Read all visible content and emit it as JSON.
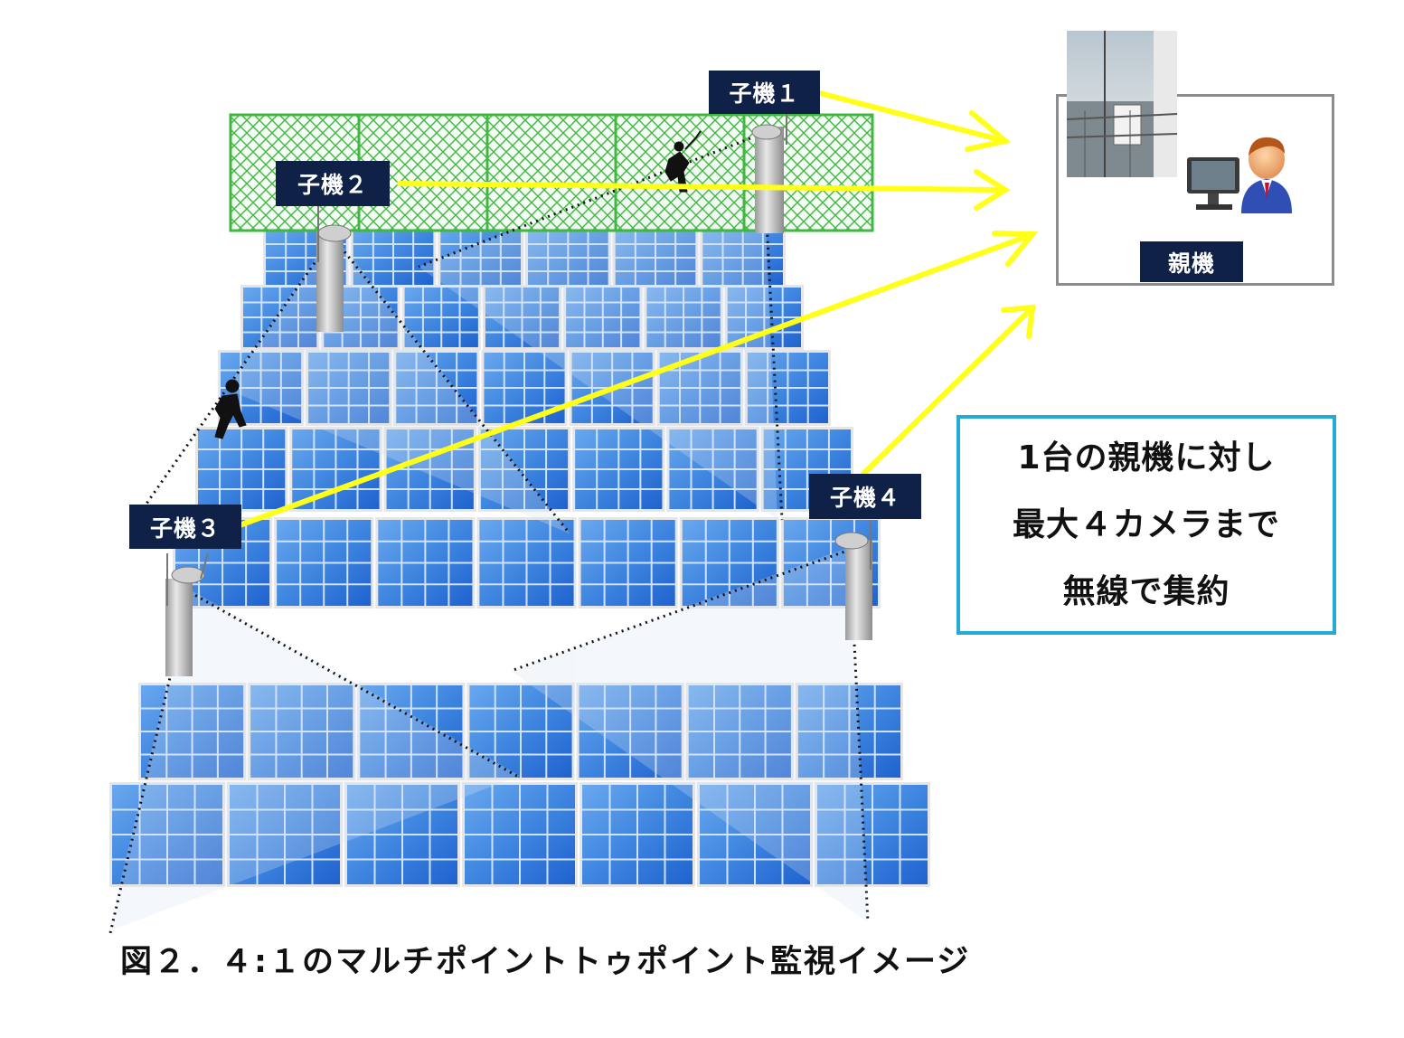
{
  "labels": {
    "unit1": "子機１",
    "unit2": "子機２",
    "unit3": "子機３",
    "unit4": "子機４",
    "master": "親機"
  },
  "info": {
    "line1": "1台の親機に対し",
    "line2": "最大４カメラまで",
    "line3": "無線で集約"
  },
  "caption": "図２．４:１のマルチポイントトゥポイント監視イメージ",
  "colors": {
    "label_bg": "#0f2147",
    "arrow": "#ffff1a",
    "fence": "#3fb83f",
    "panel": "#3f86e0",
    "info_border": "#25a9d6"
  },
  "icons": [
    "solar-panel-icon",
    "fence-icon",
    "camera-pole-icon",
    "intruder-icon",
    "antenna-icon",
    "operator-icon",
    "monitor-icon"
  ]
}
